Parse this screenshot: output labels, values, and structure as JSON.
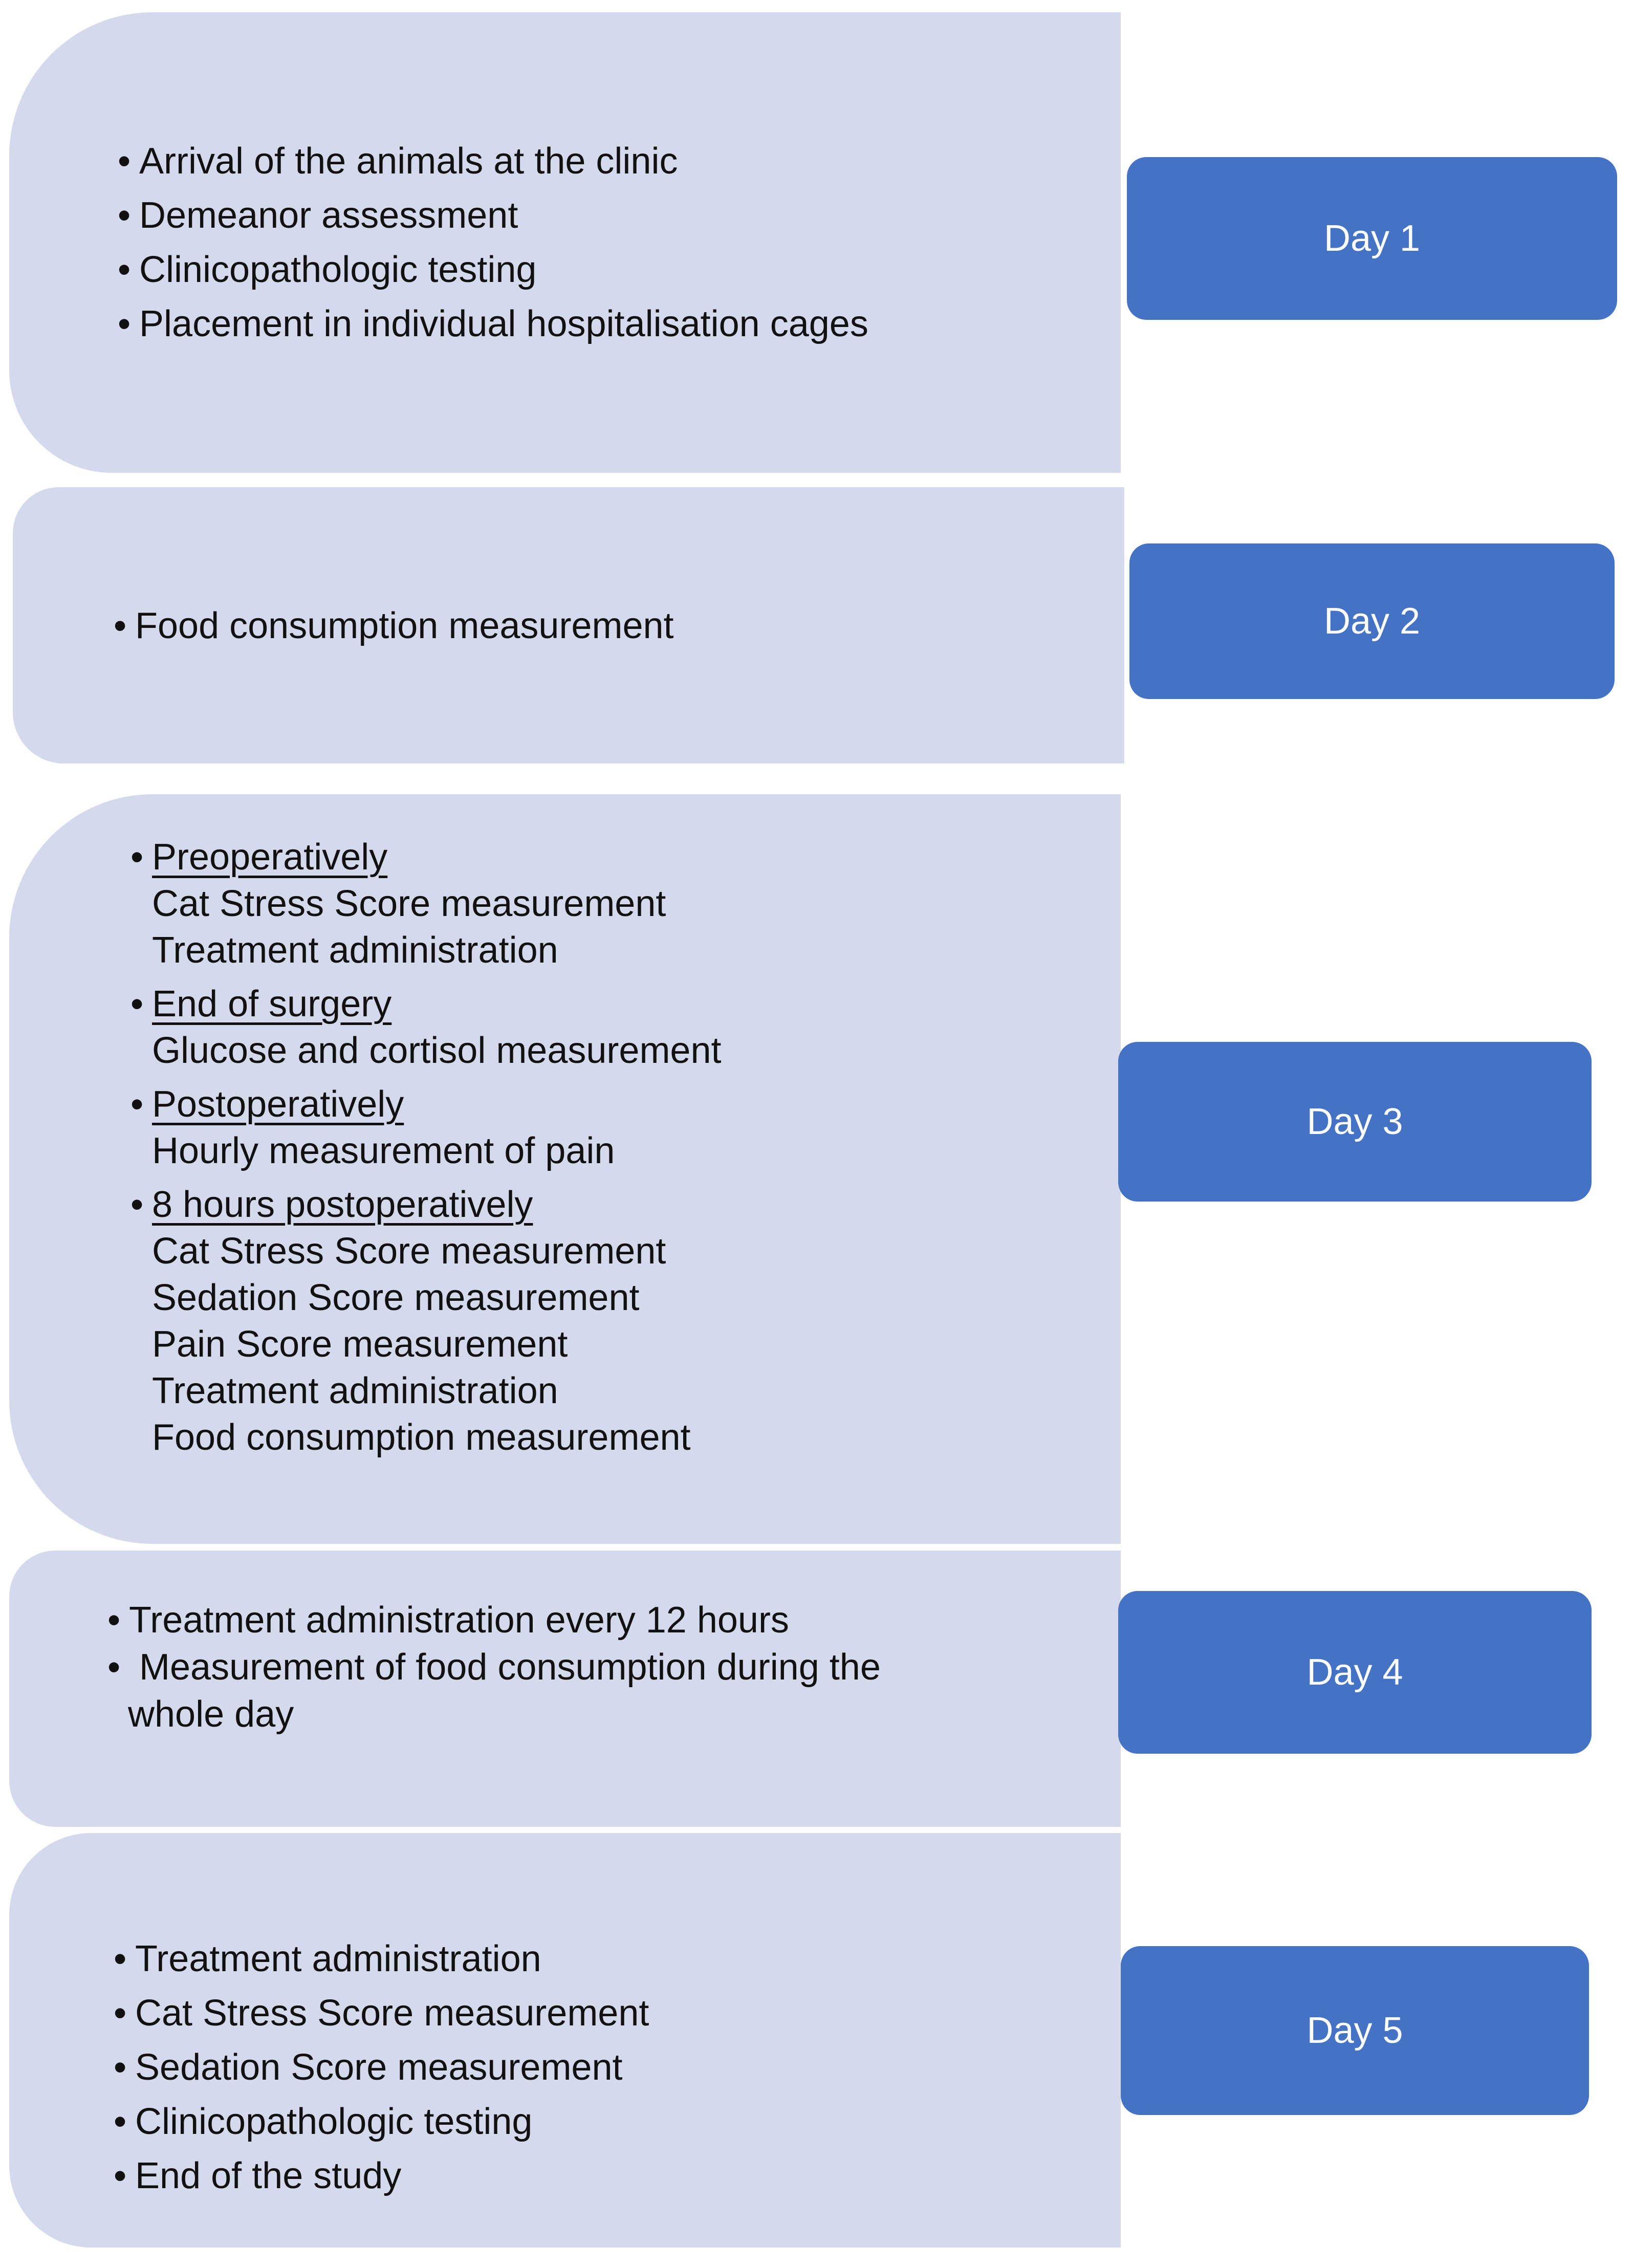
{
  "days": [
    {
      "label": "Day 1",
      "items": [
        "Arrival of the animals at the clinic",
        "Demeanor assessment",
        "Clinicopathologic testing",
        "Placement in individual hospitalisation cages"
      ]
    },
    {
      "label": "Day 2",
      "items": [
        "Food consumption measurement"
      ]
    },
    {
      "label": "Day 3",
      "groups": [
        {
          "heading": "Preoperatively",
          "items": [
            "Cat Stress Score measurement",
            "Treatment administration"
          ]
        },
        {
          "heading": "End of surgery",
          "items": [
            "Glucose and cortisol measurement"
          ]
        },
        {
          "heading": "Postoperatively",
          "items": [
            "Hourly measurement of pain"
          ]
        },
        {
          "heading": "8 hours postoperatively",
          "items": [
            "Cat Stress Score measurement",
            "Sedation Score measurement",
            "Pain Score measurement",
            "Treatment administration",
            "Food consumption measurement"
          ]
        }
      ]
    },
    {
      "label": "Day 4",
      "items": [
        "Treatment administration every 12 hours",
        " Measurement of food consumption during the",
        "whole day"
      ]
    },
    {
      "label": "Day 5",
      "items": [
        "Treatment administration",
        "Cat Stress Score measurement",
        "Sedation Score measurement",
        "Clinicopathologic testing",
        "End of the study"
      ]
    }
  ],
  "bullet": "•",
  "colors": {
    "panel": "#d4d9eb",
    "day_box": "#4472c4",
    "day_text": "#ffffff",
    "body_text": "#111111"
  }
}
